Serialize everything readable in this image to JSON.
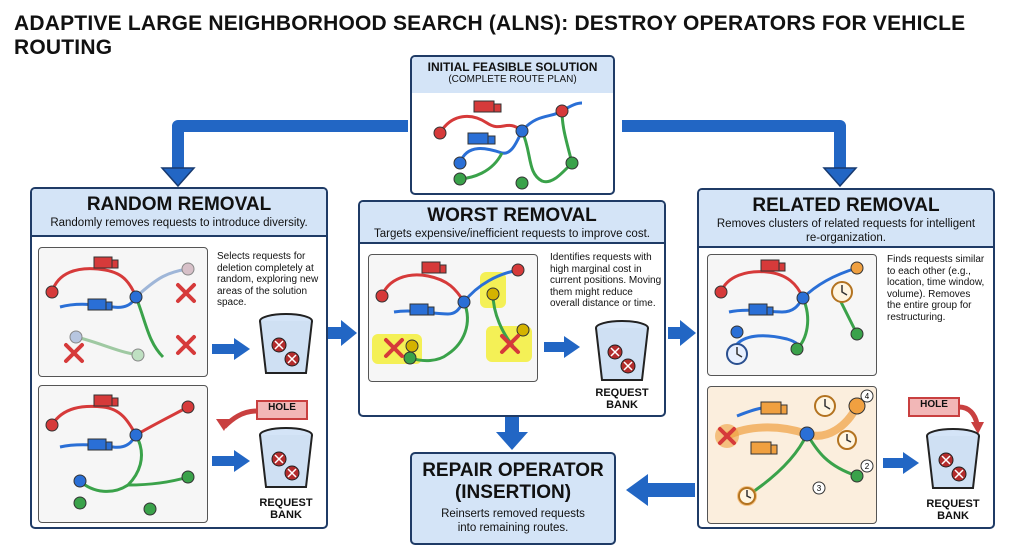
{
  "title": "ADAPTIVE LARGE NEIGHBORHOOD SEARCH (ALNS): DESTROY OPERATORS FOR VEHICLE ROUTING",
  "initial": {
    "title_line1": "INITIAL FEASIBLE SOLUTION",
    "title_line2": "(COMPLETE ROUTE PLAN)"
  },
  "random": {
    "title": "RANDOM REMOVAL",
    "subtitle": "Randomly removes requests to introduce diversity.",
    "description": "Selects requests for deletion completely at random, exploring new areas of the solution space.",
    "hole_label": "HOLE",
    "bank_label_line1": "REQUEST",
    "bank_label_line2": "BANK"
  },
  "worst": {
    "title": "WORST REMOVAL",
    "subtitle": "Targets expensive/inefficient requests to improve cost.",
    "description": "Identifies requests with high marginal cost in current positions. Moving them might reduce overall distance or time.",
    "bank_label_line1": "REQUEST",
    "bank_label_line2": "BANK"
  },
  "related": {
    "title": "RELATED REMOVAL",
    "subtitle_line1": "Removes clusters of related requests for intelligent",
    "subtitle_line2": "re-organization.",
    "description": "Finds requests similar to each other (e.g., location, time window, volume). Removes the entire group for restructuring.",
    "hole_label": "HOLE",
    "bank_label_line1": "REQUEST",
    "bank_label_line2": "BANK",
    "cluster_numbers": [
      "4",
      "2",
      "3"
    ]
  },
  "repair": {
    "title_line1": "REPAIR OPERATOR",
    "title_line2": "(INSERTION)",
    "description_line1": "Reinserts removed requests",
    "description_line2": "into remaining routes."
  },
  "colors": {
    "frame": "#1f3b66",
    "header_fill": "#d4e4f7",
    "arrow": "#2266c4",
    "route_red": "#d63a3a",
    "route_blue": "#2a6fd6",
    "route_green": "#3aa24a",
    "highlight_yellow": "#f3ef3a",
    "cluster_orange": "#f0a040",
    "hole_fill": "#f2b7b7"
  }
}
